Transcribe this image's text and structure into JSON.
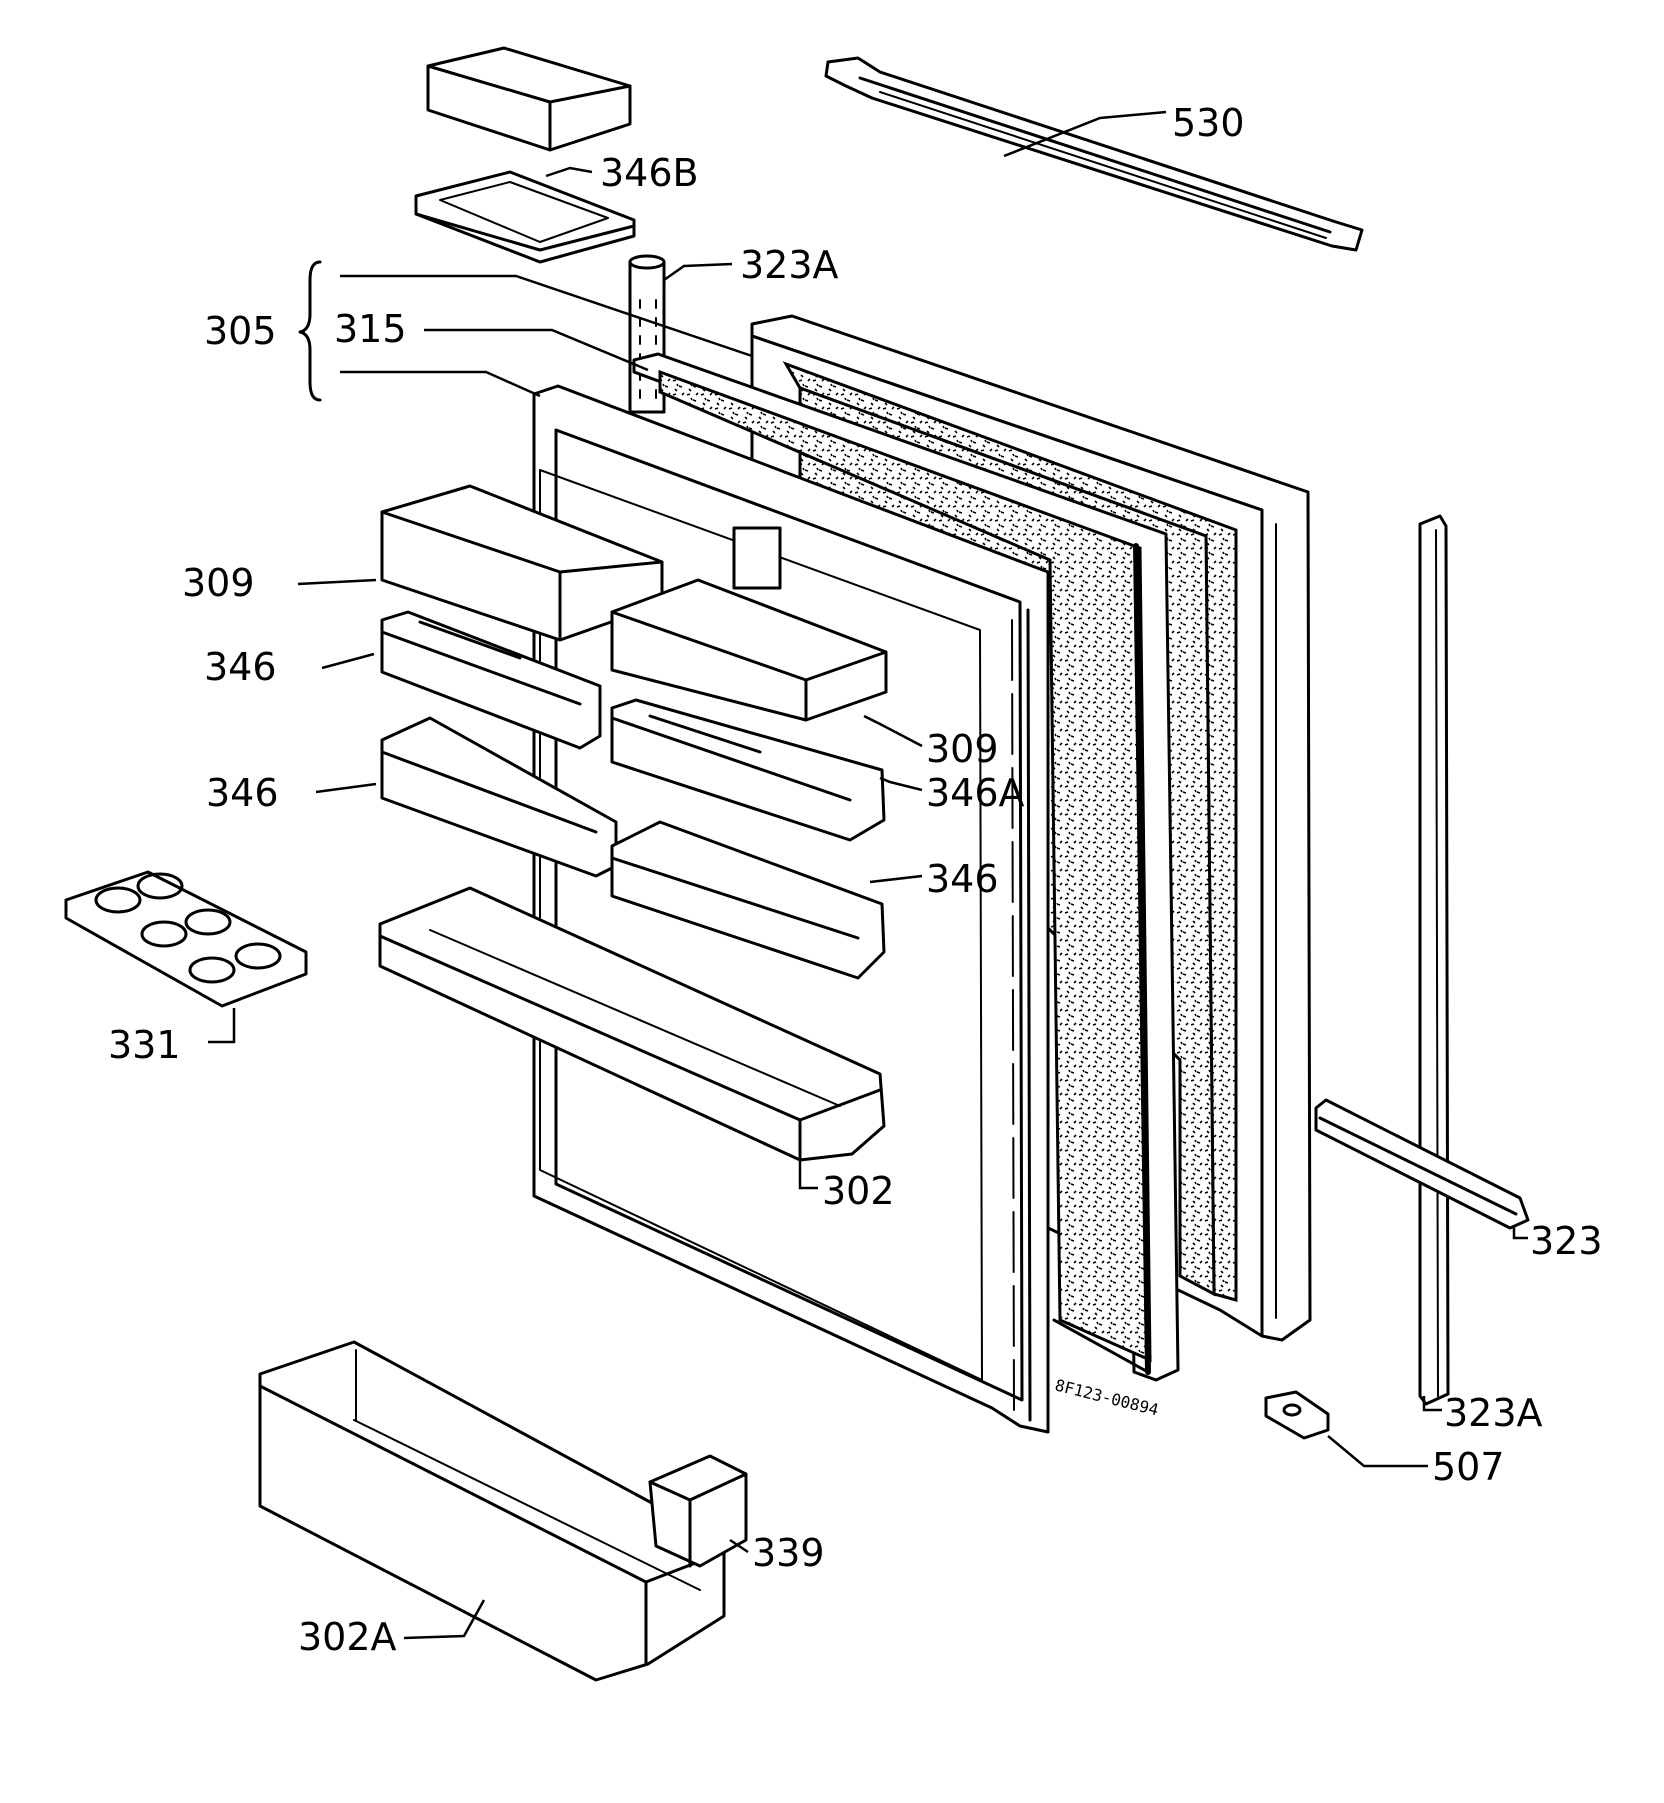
{
  "labels": {
    "l530": "530",
    "l346b": "346B",
    "l323a_top": "323A",
    "l305": "305",
    "l315": "315",
    "l309_left": "309",
    "l346_1": "346",
    "l309_right": "309",
    "l346a": "346A",
    "l346_2": "346",
    "l346_3": "346",
    "l331": "331",
    "l302": "302",
    "l323": "323",
    "l323a_bottom": "323A",
    "l507": "507",
    "l339": "339",
    "l302a": "302A",
    "drawing_code": "8F123-00894"
  }
}
